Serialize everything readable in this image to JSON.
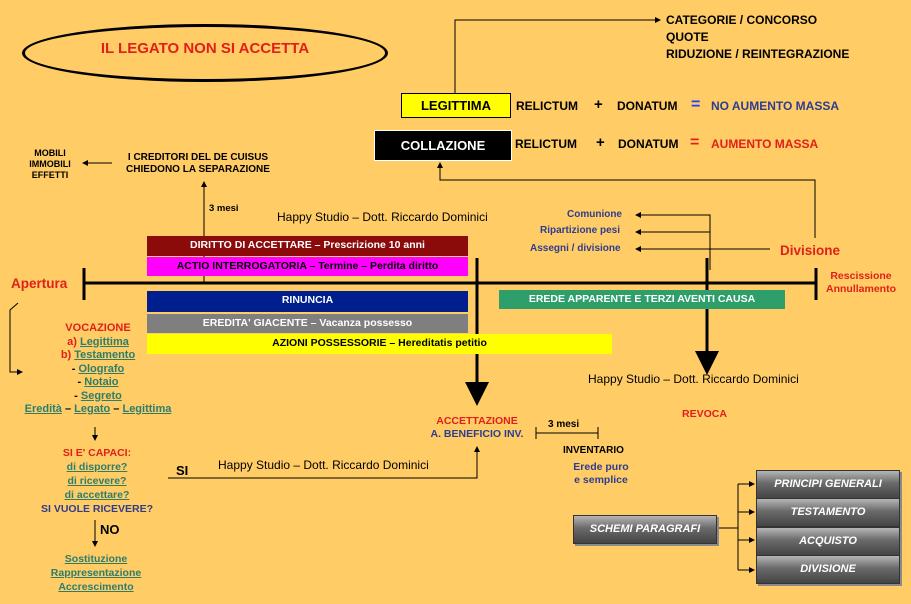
{
  "title": "IL LEGATO NON SI ACCETTA",
  "top_list": [
    "CATEGORIE / CONCORSO",
    "QUOTE",
    "RIDUZIONE / REINTEGRAZIONE"
  ],
  "legittima": {
    "label": "LEGITTIMA",
    "relictum": "RELICTUM",
    "plus": "+",
    "donatum": "DONATUM",
    "eq": "=",
    "result": "NO AUMENTO MASSA"
  },
  "collazione": {
    "label": "COLLAZIONE",
    "relictum": "RELICTUM",
    "plus": "+",
    "donatum": "DONATUM",
    "eq": "=",
    "result": "AUMENTO MASSA"
  },
  "beni": [
    "MOBILI",
    "IMMOBILI",
    "EFFETTI"
  ],
  "creditori": [
    "I CREDITORI DEL DE CUISUS",
    "CHIEDONO LA SEPARAZIONE"
  ],
  "tre_mesi_1": "3 mesi",
  "watermark": "Happy Studio – Dott. Riccardo Dominici",
  "divisione_items": [
    "Comunione",
    "Ripartizione pesi",
    "Assegni / divisione"
  ],
  "divisione": "Divisione",
  "rescissione": [
    "Rescissione",
    "Annullamento"
  ],
  "apertura": "Apertura",
  "bars": {
    "diritto": "DIRITTO DI ACCETTARE – Prescrizione 10 anni",
    "actio": "ACTIO INTERROGATORIA – Termine – Perdita diritto",
    "rinuncia": "RINUNCIA",
    "eredita": "EREDITA' GIACENTE – Vacanza possesso",
    "azioni": "AZIONI POSSESSORIE – Hereditatis petitio",
    "erede_apparente": "EREDE APPARENTE E TERZI AVENTI CAUSA"
  },
  "vocazione": {
    "title": "VOCAZIONE",
    "a_prefix": "a)",
    "a": "Legittima",
    "b_prefix": "b)",
    "b": "Testamento",
    "dash": "-",
    "olografo": "Olografo",
    "notaio": "Notaio",
    "segreto": "Segreto",
    "eredita": "Eredità",
    "legato": "Legato",
    "legittima": "Legittima",
    "sep": "–"
  },
  "capaci": {
    "title": "SI E' CAPACI:",
    "q1": "di disporre?",
    "q2": "di ricevere?",
    "q3": "di accettare?",
    "q4": "SI VUOLE RICEVERE?"
  },
  "si": "SI",
  "no": "NO",
  "bottom_links": [
    "Sostituzione",
    "Rappresentazione",
    "Accrescimento"
  ],
  "accettazione": [
    "ACCETTAZIONE",
    "A. BENEFICIO INV."
  ],
  "tre_mesi_2": "3 mesi",
  "inventario": "INVENTARIO",
  "erede_puro": [
    "Erede puro",
    "e semplice"
  ],
  "revoca": "REVOCA",
  "schemi": "SCHEMI PARAGRAFI",
  "schemi_items": [
    "PRINCIPI GENERALI",
    "TESTAMENTO",
    "ACQUISTO",
    "DIVISIONE"
  ]
}
